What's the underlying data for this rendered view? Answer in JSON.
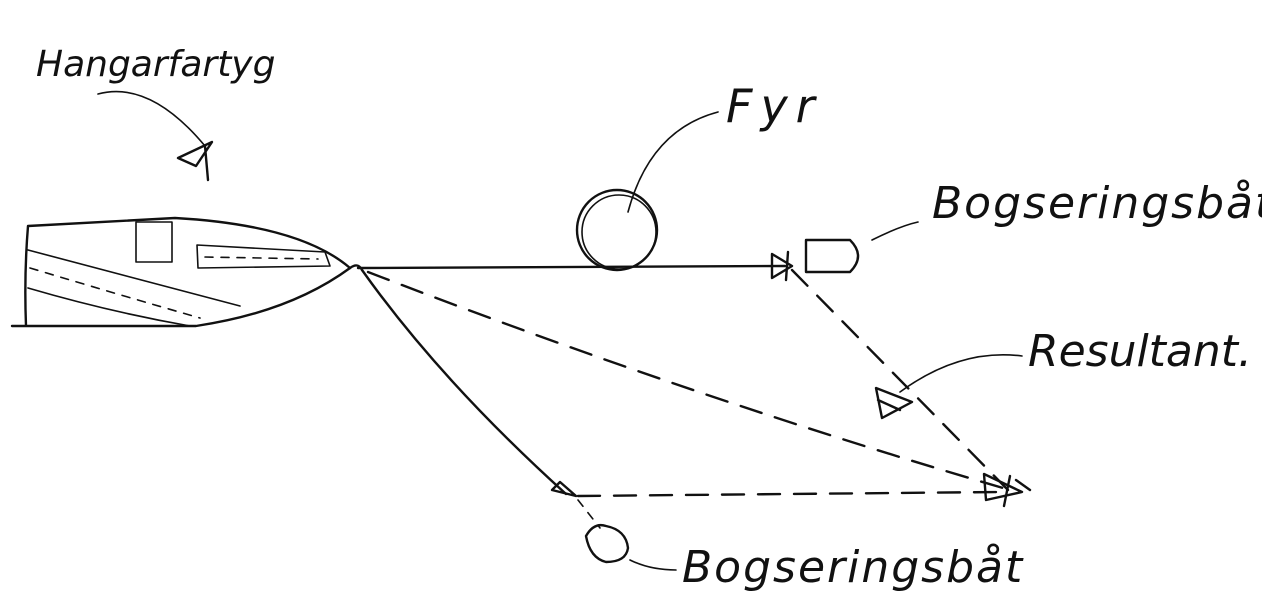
{
  "labels": {
    "carrier": "Hangarfartyg",
    "lighthouse": "Fyr",
    "tug_top": "Bogseringsbåt",
    "resultant": "Resultant.",
    "tug_bottom": "Bogseringsbåt"
  },
  "colors": {
    "ink": "#111111",
    "background": "#ffffff"
  }
}
